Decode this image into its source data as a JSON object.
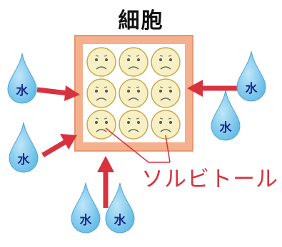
{
  "title": "細胞",
  "callout_label": "ソルビトール",
  "water_label": "水",
  "colors": {
    "cell_wall": "#f5b08e",
    "cell_inner": "#ffffff",
    "face_fill": "#f7f0c4",
    "face_stroke": "#c9a84a",
    "arrow": "#d8323e",
    "drop": "#6fc2ea",
    "drop_text": "#1a2a8c",
    "pointer_line": "#d8323e"
  },
  "icons": {
    "drop": "water-drop-icon",
    "face": "sad-face-icon",
    "arrow": "arrow-icon"
  }
}
